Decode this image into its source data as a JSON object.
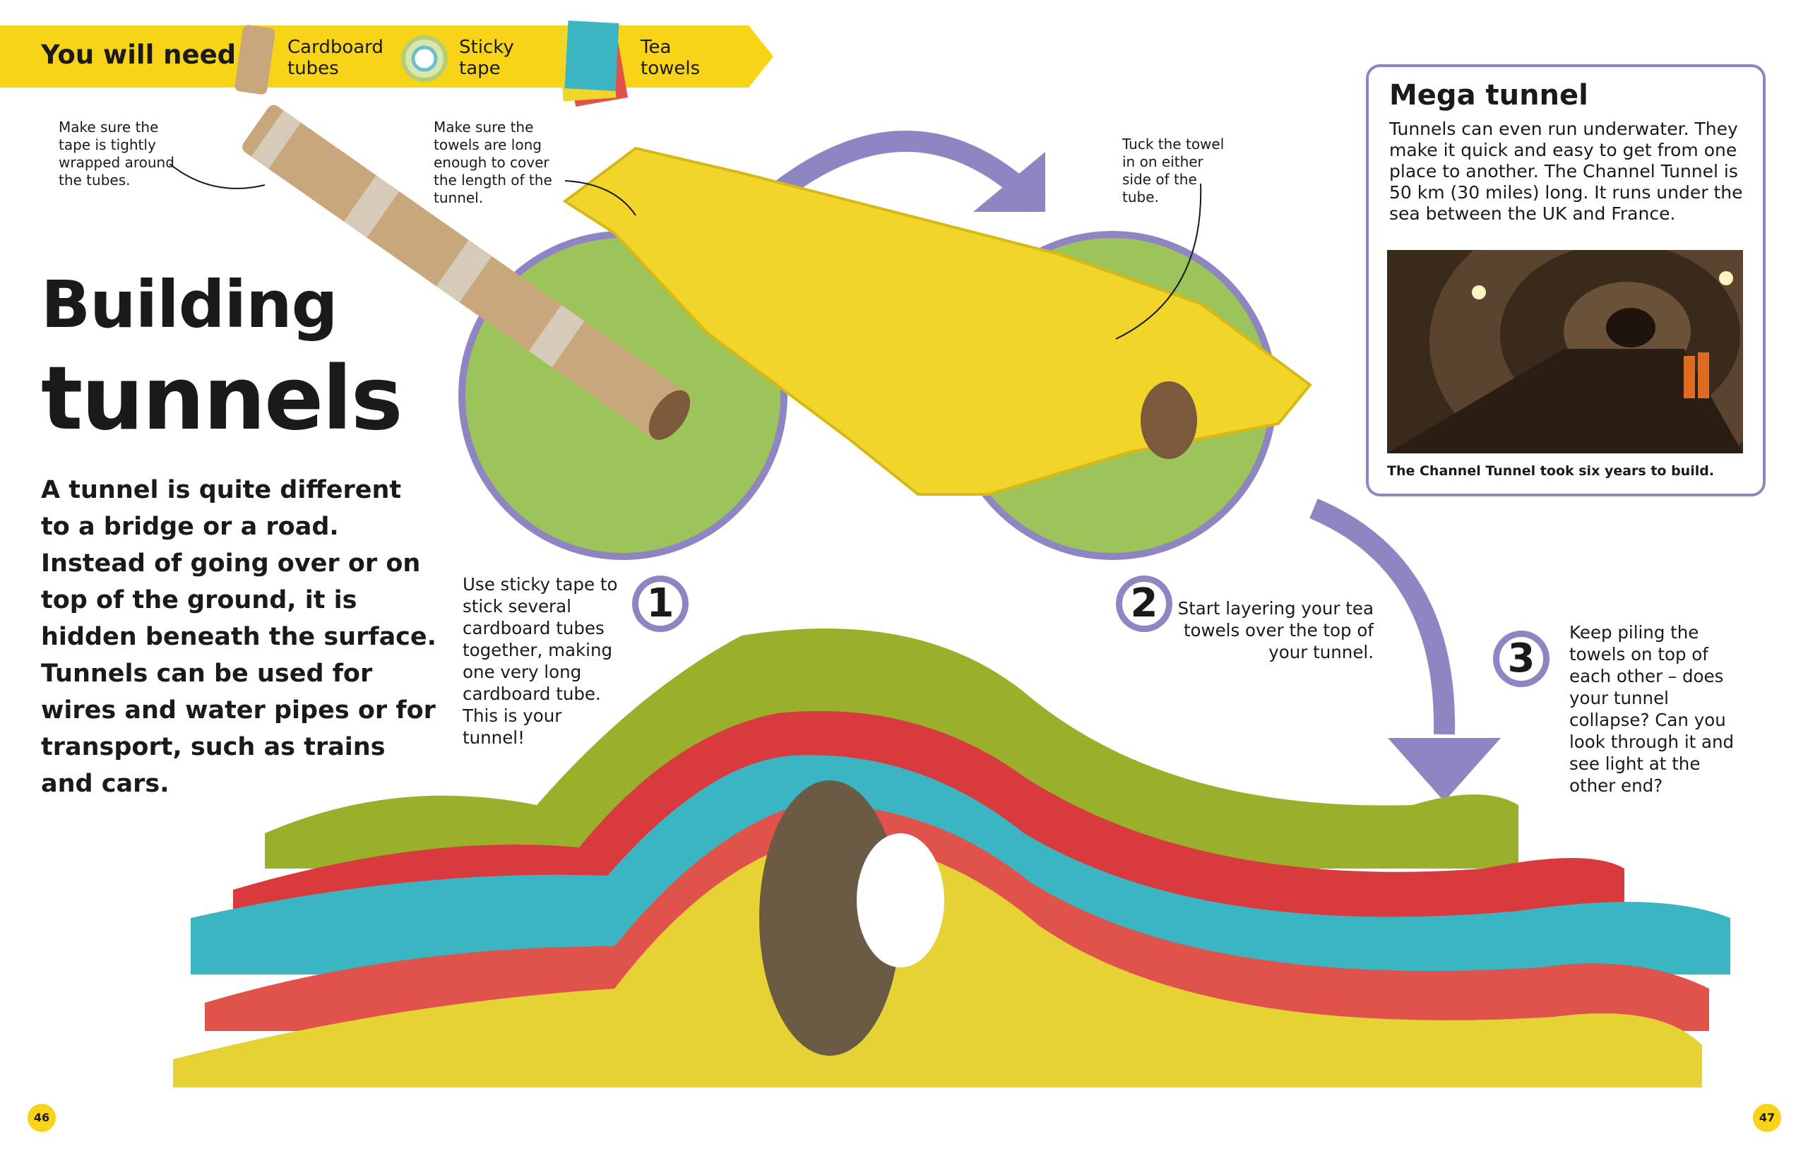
{
  "banner": {
    "title": "You will need",
    "color": "#f7d418",
    "items": [
      {
        "label": "Cardboard tubes",
        "line1": "Cardboard",
        "line2": "tubes",
        "icon": "cardboard-tube-icon"
      },
      {
        "label": "Sticky tape",
        "line1": "Sticky",
        "line2": "tape",
        "icon": "sticky-tape-icon"
      },
      {
        "label": "Tea towels",
        "line1": "Tea",
        "line2": "towels",
        "icon": "tea-towels-icon"
      }
    ]
  },
  "heading": {
    "line1": "Building",
    "line2": "tunnels"
  },
  "intro": "A tunnel is quite different to a bridge or a road. Instead of going over or on top of the ground, it is hidden beneath the surface. Tunnels can be used for wires and water pipes or for transport, such as trains and cars.",
  "notes": {
    "tape": "Make sure the tape is tightly wrapped around the tubes.",
    "towels": "Make sure the towels are long enough to cover the length of the tunnel.",
    "tuck": "Tuck the towel in on either side of the tube."
  },
  "steps": [
    {
      "number": "1",
      "text": "Use sticky tape to stick several cardboard tubes together, making one very long cardboard tube. This is your tunnel!"
    },
    {
      "number": "2",
      "text": "Start layering your tea towels over the top of your tunnel."
    },
    {
      "number": "3",
      "text": "Keep piling the towels on top of each other – does your tunnel collapse? Can you look through it and see light at the other end?"
    }
  ],
  "mega_tunnel": {
    "title": "Mega tunnel",
    "text": "Tunnels can even run underwater. They make it quick and easy to get from one place to another. The Channel Tunnel is 50 km (30 miles) long. It runs under the sea between the UK and France.",
    "caption": "The Channel Tunnel took six years to build."
  },
  "pages": {
    "left": "46",
    "right": "47"
  },
  "colors": {
    "accent": "#8f85c2",
    "circle": "#9dc35b",
    "yellow": "#f7d418"
  }
}
